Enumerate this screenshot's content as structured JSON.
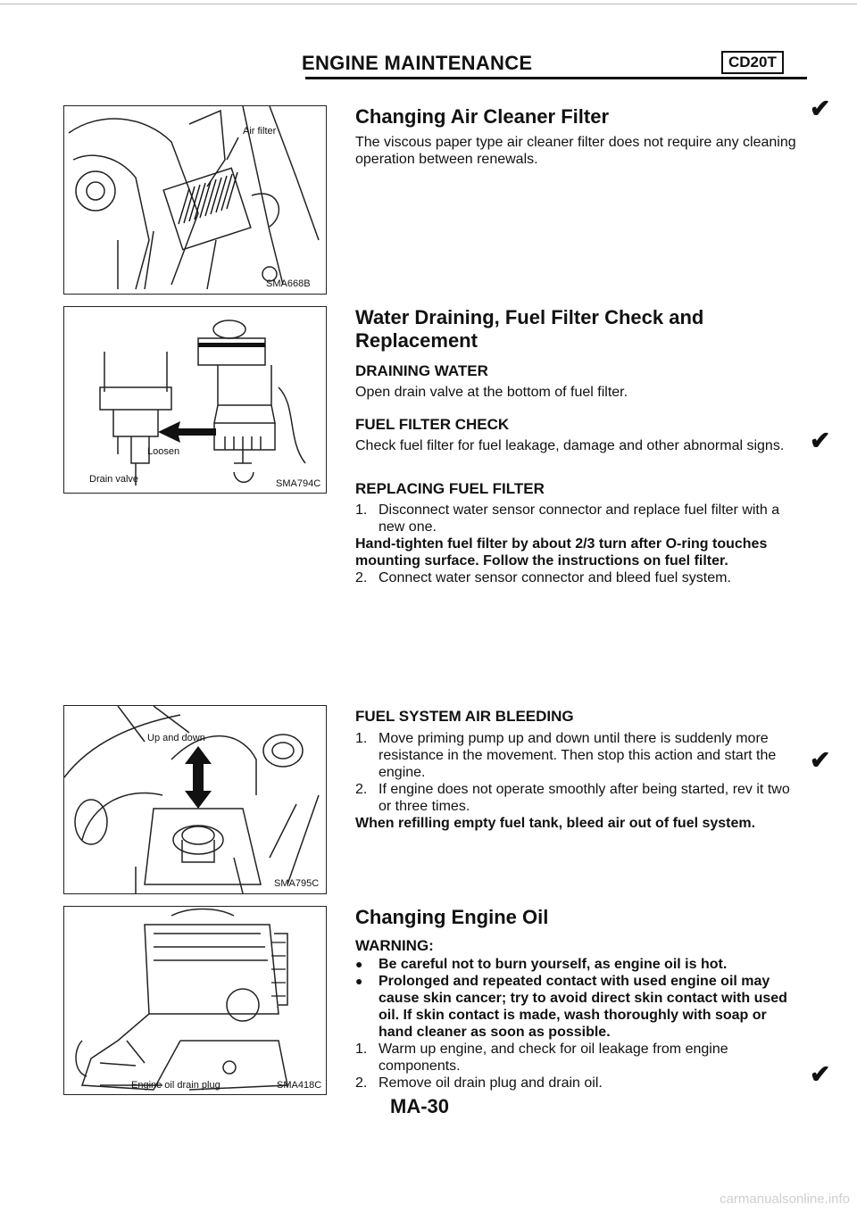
{
  "header": {
    "title": "ENGINE MAINTENANCE",
    "badge": "CD20T"
  },
  "figures": [
    {
      "code": "SMA668B",
      "labels": [
        "Air filter"
      ]
    },
    {
      "code": "SMA794C",
      "labels": [
        "Loosen",
        "Drain valve"
      ]
    },
    {
      "code": "SMA795C",
      "labels": [
        "Up and down"
      ]
    },
    {
      "code": "SMA418C",
      "labels": [
        "Engine oil drain plug"
      ]
    }
  ],
  "air_filter": {
    "heading": "Changing Air Cleaner Filter",
    "text": "The viscous paper type air cleaner filter does not require any cleaning operation between renewals."
  },
  "fuel_filter": {
    "heading": "Water Draining, Fuel Filter Check and Replacement",
    "draining_heading": "DRAINING WATER",
    "draining_text": "Open drain valve at the bottom of fuel filter.",
    "check_heading": "FUEL FILTER CHECK",
    "check_text": "Check fuel filter for fuel leakage, damage and other abnormal signs.",
    "replacing_heading": "REPLACING FUEL FILTER",
    "step1_num": "1.",
    "step1": "Disconnect water sensor connector and replace fuel filter with a new one.",
    "bold_note": "Hand-tighten fuel filter by about 2/3 turn after O-ring touches mounting surface. Follow the instructions on fuel filter.",
    "step2_num": "2.",
    "step2": "Connect water sensor connector and bleed fuel system."
  },
  "bleeding": {
    "heading": "FUEL SYSTEM AIR BLEEDING",
    "step1_num": "1.",
    "step1": "Move priming pump up and down until there is suddenly more resistance in the movement. Then stop this action and start the engine.",
    "step2_num": "2.",
    "step2": "If engine does not operate smoothly after being started, rev it two or three times.",
    "bold_note": "When refilling empty fuel tank, bleed air out of fuel system."
  },
  "engine_oil": {
    "heading": "Changing Engine Oil",
    "warning_label": "WARNING:",
    "bullet_symbol": "●",
    "warning1": "Be careful not to burn yourself, as engine oil is hot.",
    "warning2": "Prolonged and repeated contact with used engine oil may cause skin cancer; try to avoid direct skin contact with used oil. If skin contact is made, wash thoroughly with soap or hand cleaner as soon as possible.",
    "step1_num": "1.",
    "step1": "Warm up engine, and check for oil leakage from engine components.",
    "step2_num": "2.",
    "step2": "Remove oil drain plug and drain oil."
  },
  "check_mark": "✔",
  "footer": {
    "page": "MA-30",
    "watermark": "carmanualsonline.info"
  }
}
